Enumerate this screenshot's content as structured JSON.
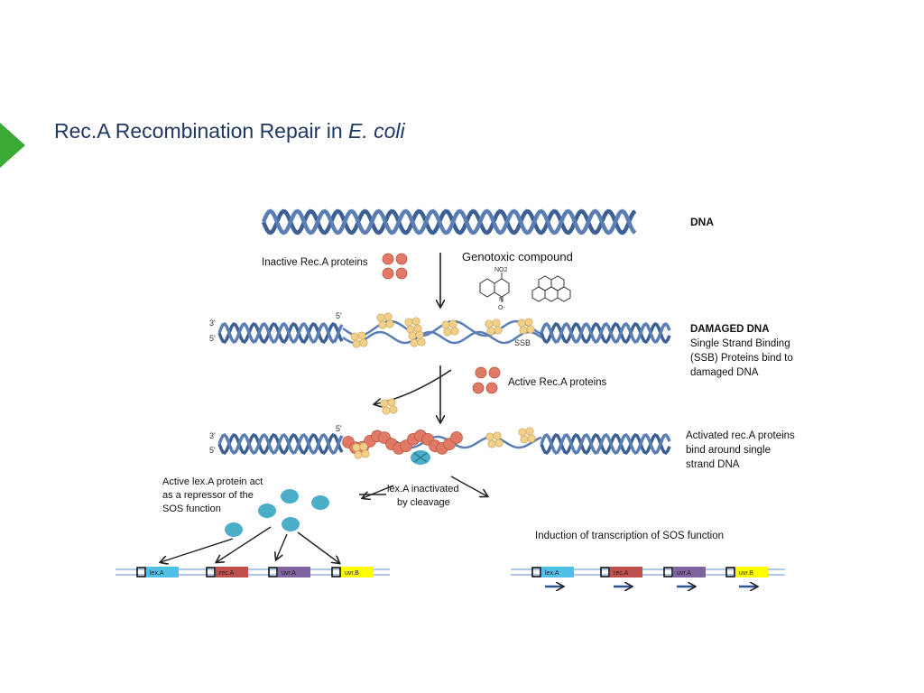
{
  "slide": {
    "title_main": "Rec.A Recombination Repair in ",
    "title_italic": "E. coli"
  },
  "labels": {
    "dna": "DNA",
    "inactive_reca": "Inactive Rec.A proteins",
    "genotoxic": "Genotoxic compound",
    "damaged_title": "DAMAGED DNA",
    "damaged_line1": "Single Strand Binding",
    "damaged_line2": "(SSB) Proteins bind to",
    "damaged_line3": "damaged DNA",
    "ssb": "SSB",
    "active_reca": "Active Rec.A proteins",
    "activated_line1": "Activated rec.A proteins",
    "activated_line2": "bind around single",
    "activated_line3": "strand DNA",
    "lexa_act_line1": "Active lex.A protein act",
    "lexa_act_line2": "as a repressor of the",
    "lexa_act_line3": "SOS function",
    "lexa_inact_line1": "lex.A inactivated",
    "lexa_inact_line2": "by cleavage",
    "induction": "Induction of transcription of SOS function",
    "prime3": "3'",
    "prime5": "5'",
    "no2": "NO2",
    "n_label": "N",
    "o_label": "O-"
  },
  "genes_left": [
    "lex.A",
    "rec.A",
    "uvr.A",
    "uvr.B"
  ],
  "genes_right": [
    "lex.A",
    "rec.A",
    "uvr.A",
    "uvr.B"
  ],
  "colors": {
    "title": "#1f3864",
    "tab": "#3aaa35",
    "dna_strand": "#5b7fb5",
    "dna_dark": "#3c5f94",
    "reca": "#e07a67",
    "ssb": "#f2d08a",
    "lexa": "#4aafc6",
    "gene_lexa": "#4fc1e9",
    "gene_reca": "#c0504d",
    "gene_uvra": "#8064a2",
    "gene_uvrb": "#ffff00",
    "transcription_arrow": "#2f5597"
  }
}
